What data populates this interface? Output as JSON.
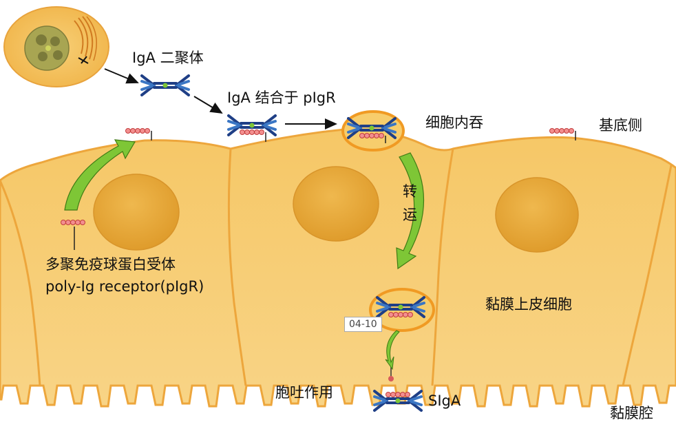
{
  "labels": {
    "iga_dimer": "IgA 二聚体",
    "iga_binds_pigr": "IgA 结合于 pIgR",
    "endocytosis": "细胞内吞",
    "basal_side": "基底侧",
    "transport_1": "转",
    "transport_2": "运",
    "pigr_cn": "多聚免疫球蛋白受体",
    "pigr_en": "poly-Ig receptor(pIgR)",
    "epithelial_cell": "黏膜上皮细胞",
    "exocytosis": "胞吐作用",
    "siga": "SIgA",
    "mucosal_lumen": "黏膜腔",
    "image_tag": "04-10"
  },
  "colors": {
    "cell_fill": "#f7cd6c",
    "cell_edge": "#eeae42",
    "nucleus": "#e6a83a",
    "vesicle_ring": "#f09a23",
    "arrow_green": "#7ec636",
    "receptor_red": "#d85a5a",
    "antibody_blue": "#1f3f86"
  }
}
